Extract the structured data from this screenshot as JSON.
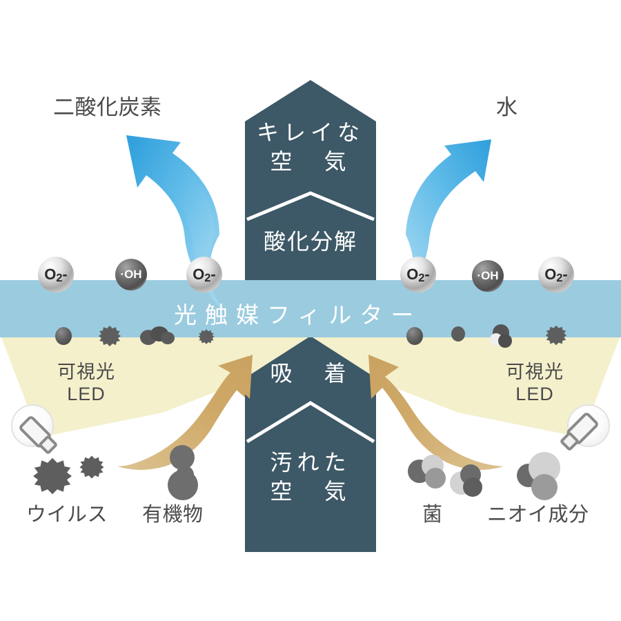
{
  "diagram": {
    "title_text_up_left": "二酸化炭素",
    "title_text_up_right": "水",
    "filter_label": "光触媒フィルター",
    "up_arrow": {
      "top_label": "キレイな\n空　気",
      "bottom_label": "酸化分解"
    },
    "down_arrow": {
      "top_label": "吸　着",
      "bottom_label": "汚れた\n空　気"
    },
    "led_left": "可視光\nLED",
    "led_right": "可視光\nLED",
    "contaminants": [
      {
        "name": "virus",
        "label": "ウイルス"
      },
      {
        "name": "organic",
        "label": "有機物"
      },
      {
        "name": "bacteria",
        "label": "菌"
      },
      {
        "name": "odor",
        "label": "ニオイ成分"
      }
    ],
    "molecules": [
      {
        "id": "m1",
        "label": "O2-",
        "kind": "light"
      },
      {
        "id": "m2",
        "label": "·OH",
        "kind": "dark"
      },
      {
        "id": "m3",
        "label": "O2-",
        "kind": "light"
      },
      {
        "id": "m4",
        "label": "O2-",
        "kind": "light"
      },
      {
        "id": "m5",
        "label": "·OH",
        "kind": "dark"
      },
      {
        "id": "m6",
        "label": "O2-",
        "kind": "light"
      }
    ],
    "colors": {
      "slate": "#3d5866",
      "filter_blue": "#9bcbdf",
      "light_cone": "#f4f0cc",
      "gold_arrow": "#cfa968",
      "blue_arrow": "#3fa9e0",
      "text_gray": "#4a4a4a",
      "particle_gray": "#6e6e6e",
      "background": "#ffffff"
    }
  }
}
